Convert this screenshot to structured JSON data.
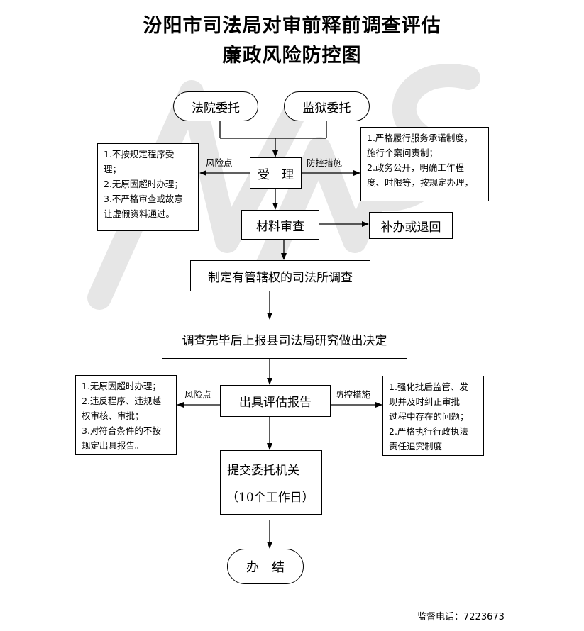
{
  "title": {
    "line1": "汾阳市司法局对审前释前调查评估",
    "line2": "廉政风险防控图"
  },
  "nodes": {
    "court": "法院委托",
    "prison": "监狱委托",
    "accept": "受　理",
    "review": "材料审查",
    "supplement": "补办或退回",
    "investigate": "制定有管辖权的司法所调查",
    "report_up": "调查完毕后上报县司法局研究做出决定",
    "issue_report": "出具评估报告",
    "submit_line1": "提交委托机关",
    "submit_line2": "（10个工作日）",
    "done": "办　结"
  },
  "labels": {
    "risk1": "风险点",
    "control1": "防控措施",
    "risk2": "风险点",
    "control2": "防控措施"
  },
  "risk_box_1": [
    "1.不按规定程序受",
    "理；",
    "2.无原因超时办理；",
    "3.不严格审查或故意",
    "让虚假资料通过。"
  ],
  "control_box_1": [
    "1.严格履行服务承诺制度，",
    "施行个案问责制；",
    "2.政务公开，明确工作程",
    "度、时限等，按规定办理，"
  ],
  "risk_box_2": [
    "1.无原因超时办理；",
    "2.违反程序、违规越",
    "权审核、审批；",
    "3.对符合条件的不按",
    "规定出具报告。"
  ],
  "control_box_2": [
    "1.强化批后监管、发",
    "现并及时纠正审批",
    "过程中存在的问题；",
    "2.严格执行行政执法",
    "责任追究制度"
  ],
  "footer": {
    "phone": "监督电话：7223673"
  }
}
